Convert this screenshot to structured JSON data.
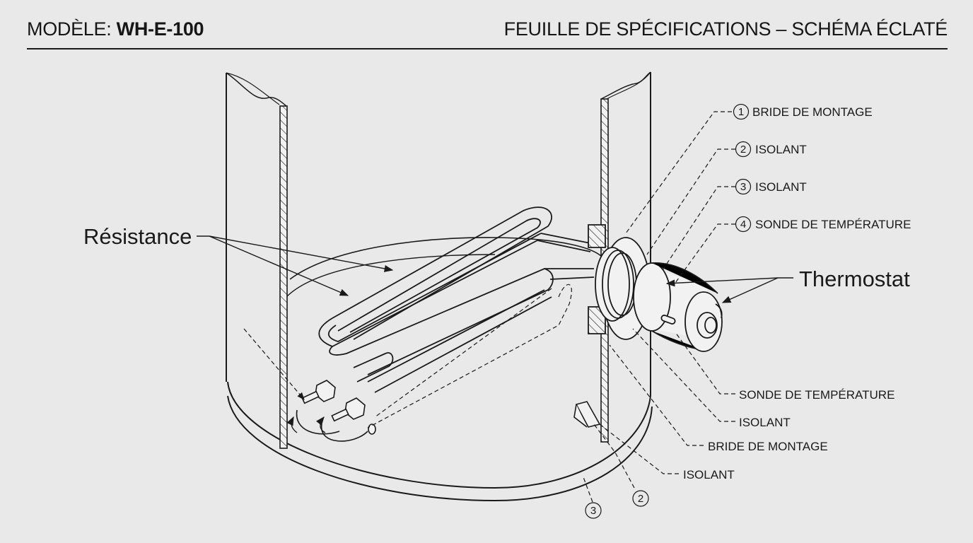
{
  "header": {
    "model_prefix": "MODÈLE: ",
    "model_value": "WH-E-100",
    "title": "FEUILLE DE SPÉCIFICATIONS – SCHÉMA ÉCLATÉ"
  },
  "colors": {
    "background": "#e9e9e9",
    "ink": "#1a1a1a",
    "fill": "#f2f2f2"
  },
  "callouts_top_right": [
    {
      "number": "1",
      "label": "BRIDE DE MONTAGE"
    },
    {
      "number": "2",
      "label": "ISOLANT"
    },
    {
      "number": "3",
      "label": "ISOLANT"
    },
    {
      "number": "4",
      "label": "SONDE DE TEMPÉRATURE"
    }
  ],
  "callouts_bottom_right": [
    {
      "label": "SONDE DE TEMPÉRATURE"
    },
    {
      "label": "ISOLANT"
    },
    {
      "label": "BRIDE DE MONTAGE"
    },
    {
      "label": "ISOLANT"
    }
  ],
  "callouts_bottom_numbers": [
    {
      "number": "2"
    },
    {
      "number": "3"
    }
  ],
  "labels": {
    "resistance": "Résistance",
    "thermostat": "Thermostat"
  }
}
